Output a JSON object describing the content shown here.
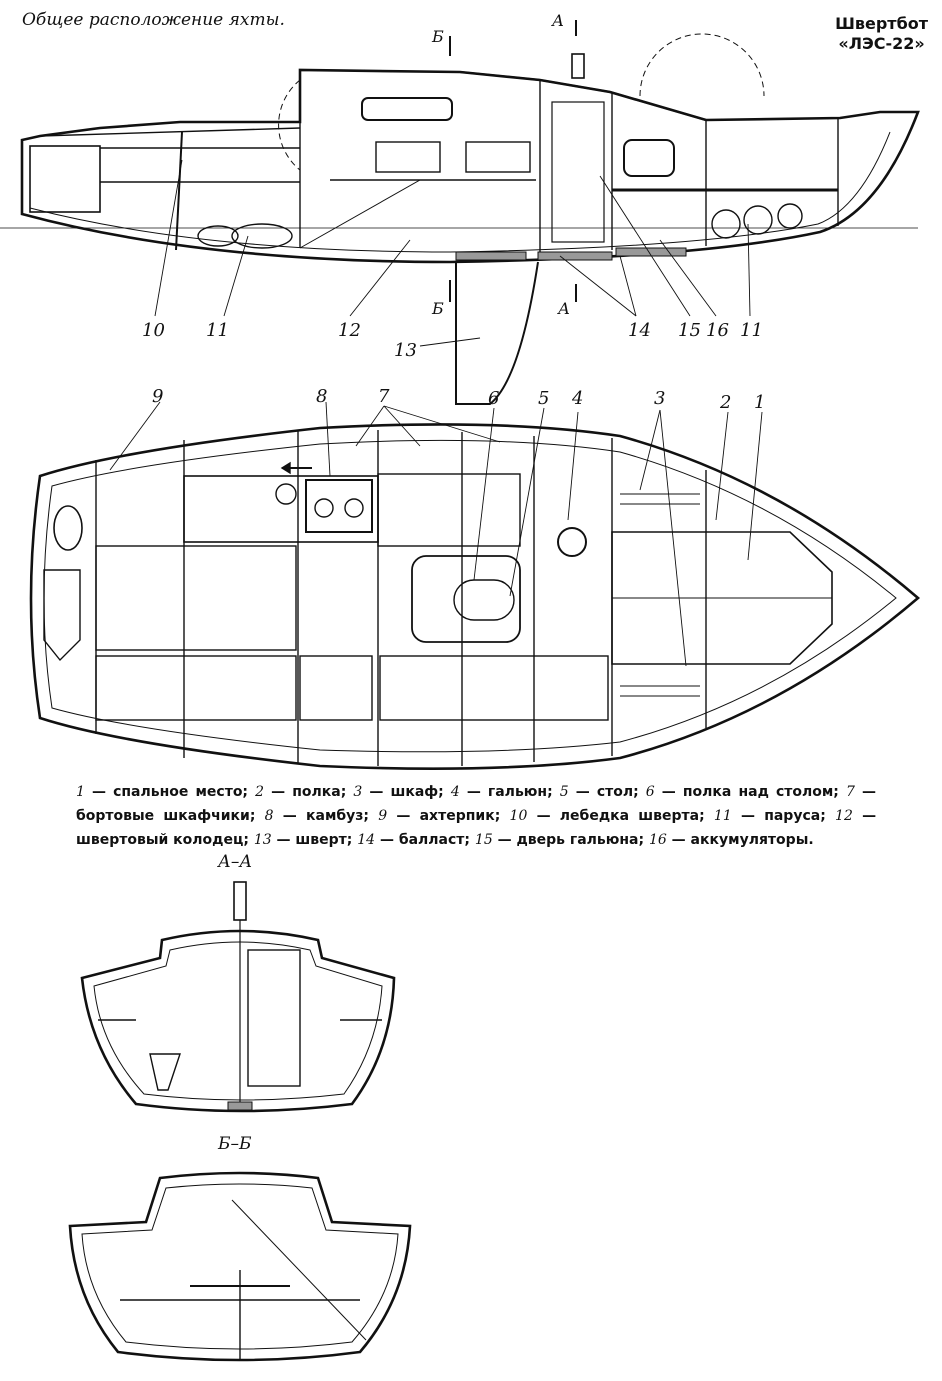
{
  "header": {
    "left_title": "Общее расположение яхты.",
    "right_title_line1": "Швертбот",
    "right_title_line2": "«ЛЭС-22»"
  },
  "side_view": {
    "callouts": [
      "10",
      "11",
      "12",
      "13",
      "14",
      "15",
      "16",
      "11"
    ],
    "section_marks": [
      "Б",
      "А",
      "Б",
      "А"
    ]
  },
  "plan_view": {
    "callouts": [
      "9",
      "8",
      "7",
      "6",
      "5",
      "4",
      "3",
      "2",
      "1"
    ]
  },
  "legend": {
    "items": [
      {
        "num": "1",
        "text": "спальное место;"
      },
      {
        "num": "2",
        "text": "полка;"
      },
      {
        "num": "3",
        "text": "шкаф;"
      },
      {
        "num": "4",
        "text": "гальюн;"
      },
      {
        "num": "5",
        "text": "стол;"
      },
      {
        "num": "6",
        "text": "полка над столом;"
      },
      {
        "num": "7",
        "text": "бортовые шкафчики;"
      },
      {
        "num": "8",
        "text": "камбуз;"
      },
      {
        "num": "9",
        "text": "ахтерпик;"
      },
      {
        "num": "10",
        "text": "лебедка шверта;"
      },
      {
        "num": "11",
        "text": "паруса;"
      },
      {
        "num": "12",
        "text": "швертовый колодец;"
      },
      {
        "num": "13",
        "text": "шверт;"
      },
      {
        "num": "14",
        "text": "балласт;"
      },
      {
        "num": "15",
        "text": "дверь гальюна;"
      },
      {
        "num": "16",
        "text": "аккумуляторы."
      }
    ]
  },
  "sections": {
    "aa_label": "А–А",
    "bb_label": "Б–Б"
  }
}
